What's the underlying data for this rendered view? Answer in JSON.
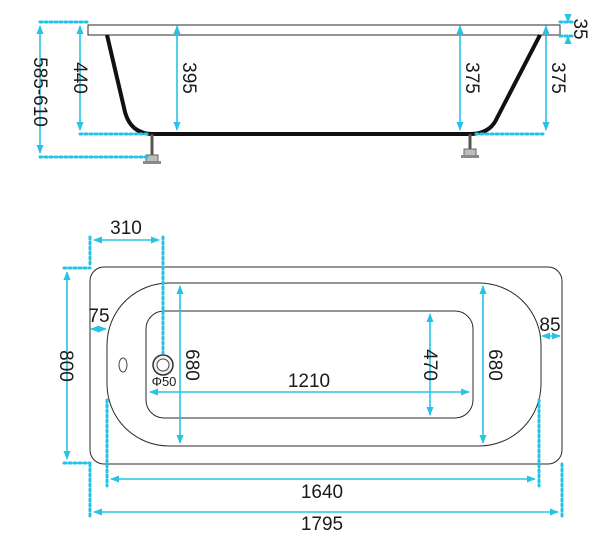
{
  "colors": {
    "dimension": "#27c3e6",
    "outline": "#2b2b2b",
    "body": "#111111",
    "text": "#1a1a1a"
  },
  "side_view": {
    "total_height": "585-610",
    "body_depth": "440",
    "inner_depth_left": "395",
    "inner_depth_right_inner": "375",
    "inner_depth_right_outer": "375",
    "rim_thickness": "35"
  },
  "top_view": {
    "drain_offset": "310",
    "width_total": "800",
    "rim_left": "75",
    "rim_right": "85",
    "inner_width": "680",
    "inner_width_right": "680",
    "floor_width": "470",
    "floor_length": "1210",
    "inner_length": "1640",
    "total_length": "1795",
    "drain_diameter": "Φ50"
  }
}
